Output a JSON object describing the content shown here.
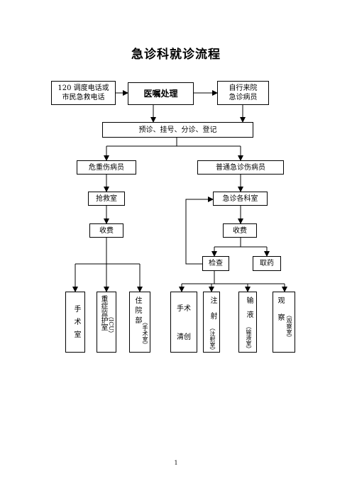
{
  "title": "急诊科就诊流程",
  "boxes": {
    "call": "120 调度电话或\n市民急救电话",
    "handle": "医嘱处理",
    "self": "自行来院\n急诊病员",
    "triage": "预诊、挂号、分诊、登记",
    "critical": "危重伤病员",
    "normal": "普通急诊伤病员",
    "rescue": "抢救室",
    "depts": "急诊各科室",
    "fee_left": "收费",
    "fee_right": "收费",
    "exam": "检查",
    "medicine": "取药"
  },
  "bottom": {
    "surgery_room": "手术室",
    "icu_main": "重症监护室",
    "icu_note": "（ICU）",
    "inpatient_main": "住院部",
    "inpatient_note": "（手术室）",
    "debride_a": "手术",
    "debride_b": "清创",
    "inject_main": "注射",
    "inject_note": "（注射室）",
    "infusion_main": "输液",
    "infusion_note": "（输液室）",
    "observe_main": "观察",
    "observe_note": "（观察室）"
  },
  "page_number": "1"
}
